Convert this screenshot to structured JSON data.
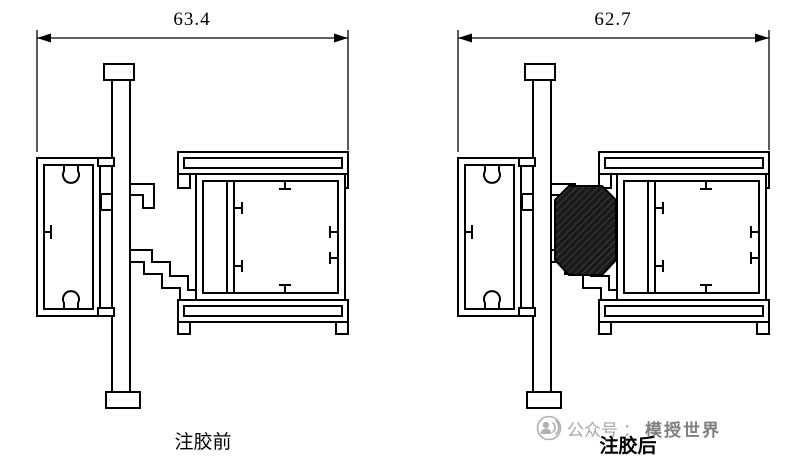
{
  "panels": [
    {
      "dimension": "63.4",
      "caption": "注胶前"
    },
    {
      "dimension": "62.7",
      "caption": "注胶后"
    }
  ],
  "watermark": {
    "icon": "wechat-official-account-icon",
    "prefix": "公众号",
    "separator": "：",
    "name": "模授世界"
  },
  "colors": {
    "line": "#000000",
    "glue_fill": "#1a1a1a",
    "watermark_gray": "#a6a6a6"
  }
}
